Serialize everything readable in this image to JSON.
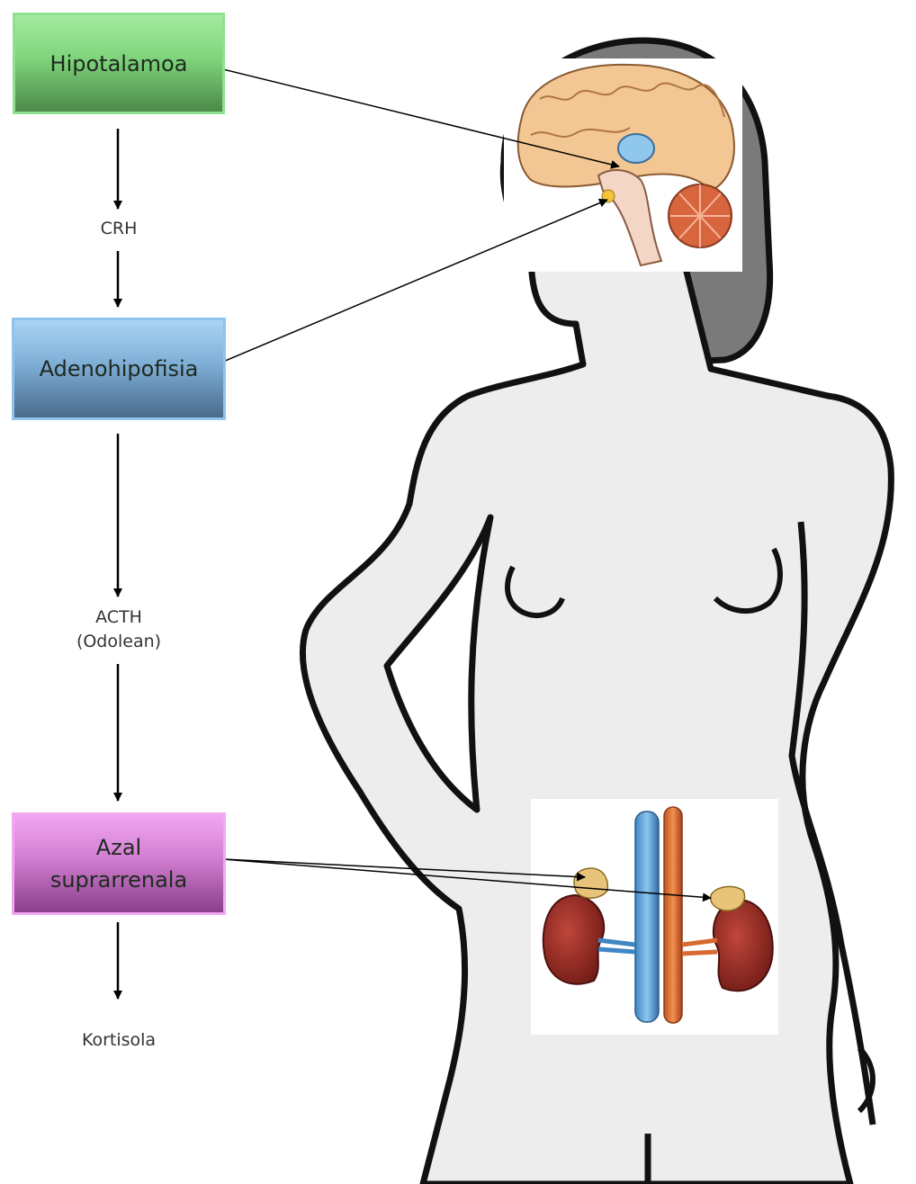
{
  "boxes": {
    "hypothalamus": "Hipotalamoa",
    "adenohypophysis": "Adenohipofisia",
    "adrenal_line1": "Azal",
    "adrenal_line2": "suprarrenala"
  },
  "labels": {
    "crh": "CRH",
    "acth_line1": "ACTH",
    "acth_line2": "(Odolean)",
    "cortisol": "Kortisola"
  },
  "colors": {
    "hypothalamus_box": "#7fd47b",
    "adenohypophysis_box": "#7faed6",
    "adrenal_box": "#d17ed1",
    "body_fill": "#ededed",
    "hair_fill": "#7a7a7a",
    "outline": "#111111"
  },
  "icons": {
    "brain": "brain-icon",
    "kidneys": "kidneys-adrenal-icon",
    "figure": "female-body-silhouette"
  }
}
